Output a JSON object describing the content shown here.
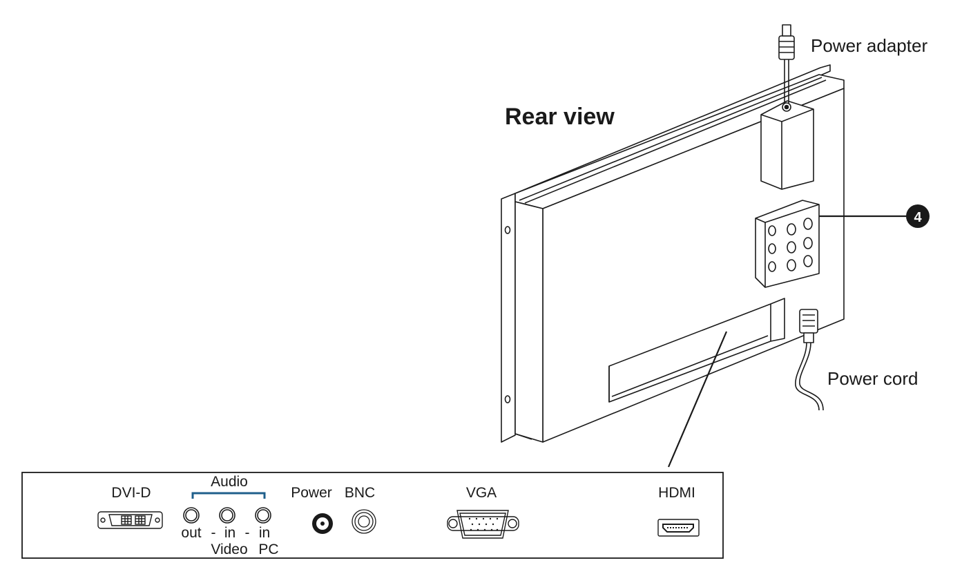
{
  "title": "Rear view",
  "callouts": {
    "power_adapter": "Power adapter",
    "power_cord": "Power cord",
    "bracket_number": "4"
  },
  "connector_panel": {
    "dvi": "DVI-D",
    "audio": "Audio",
    "power": "Power",
    "bnc": "BNC",
    "vga": "VGA",
    "hdmi": "HDMI",
    "jack_labels": {
      "out": "out",
      "dash1": "-",
      "in1": "in",
      "dash2": "-",
      "in2": "in",
      "video": "Video",
      "pc": "PC"
    }
  },
  "colors": {
    "line": "#1a1a1a",
    "audio_bracket": "#1f5f8b"
  }
}
